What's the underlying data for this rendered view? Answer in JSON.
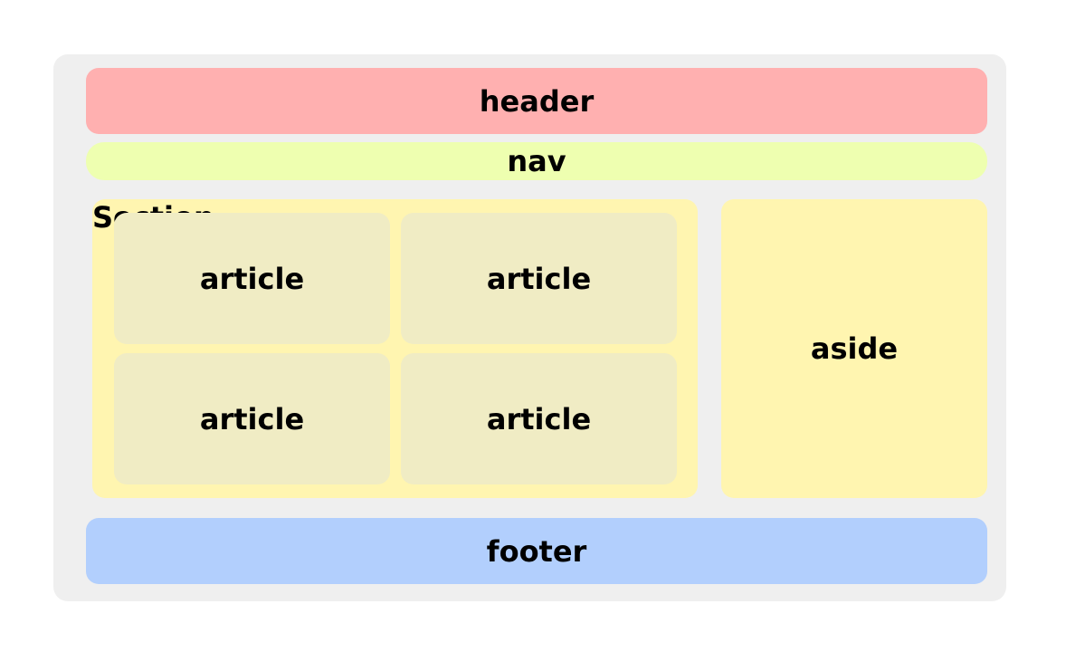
{
  "colors": {
    "frame": "#efefef",
    "header": "#ffb0b0",
    "nav": "#eeffb0",
    "section": "#fff5b0",
    "article": "#f0ecc4",
    "aside": "#fff5b0",
    "footer": "#b2cffd"
  },
  "layout": {
    "header": {
      "label": "header"
    },
    "nav": {
      "label": "nav"
    },
    "section": {
      "title": "Section",
      "articles": [
        {
          "label": "article"
        },
        {
          "label": "article"
        },
        {
          "label": "article"
        },
        {
          "label": "article"
        }
      ]
    },
    "aside": {
      "label": "aside"
    },
    "footer": {
      "label": "footer"
    }
  }
}
